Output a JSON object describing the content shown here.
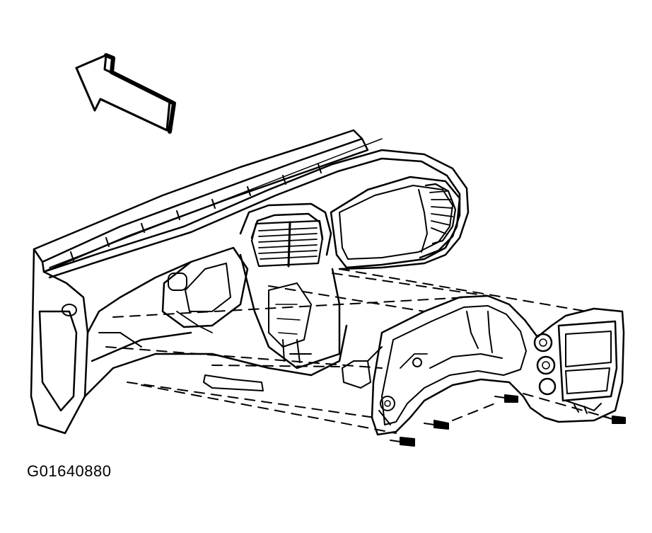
{
  "figure": {
    "code": "G01640880",
    "colors": {
      "ink": "#000000",
      "paper": "#ffffff"
    },
    "parts": [
      "front-direction-arrow",
      "instrument-panel-carrier",
      "windshield-defroster-grille",
      "cluster-opening",
      "center-air-outlets",
      "steering-column-opening",
      "instrument-panel-trim-bezel",
      "radio-hvac-bezel-opening",
      "bezel-fasteners"
    ]
  }
}
